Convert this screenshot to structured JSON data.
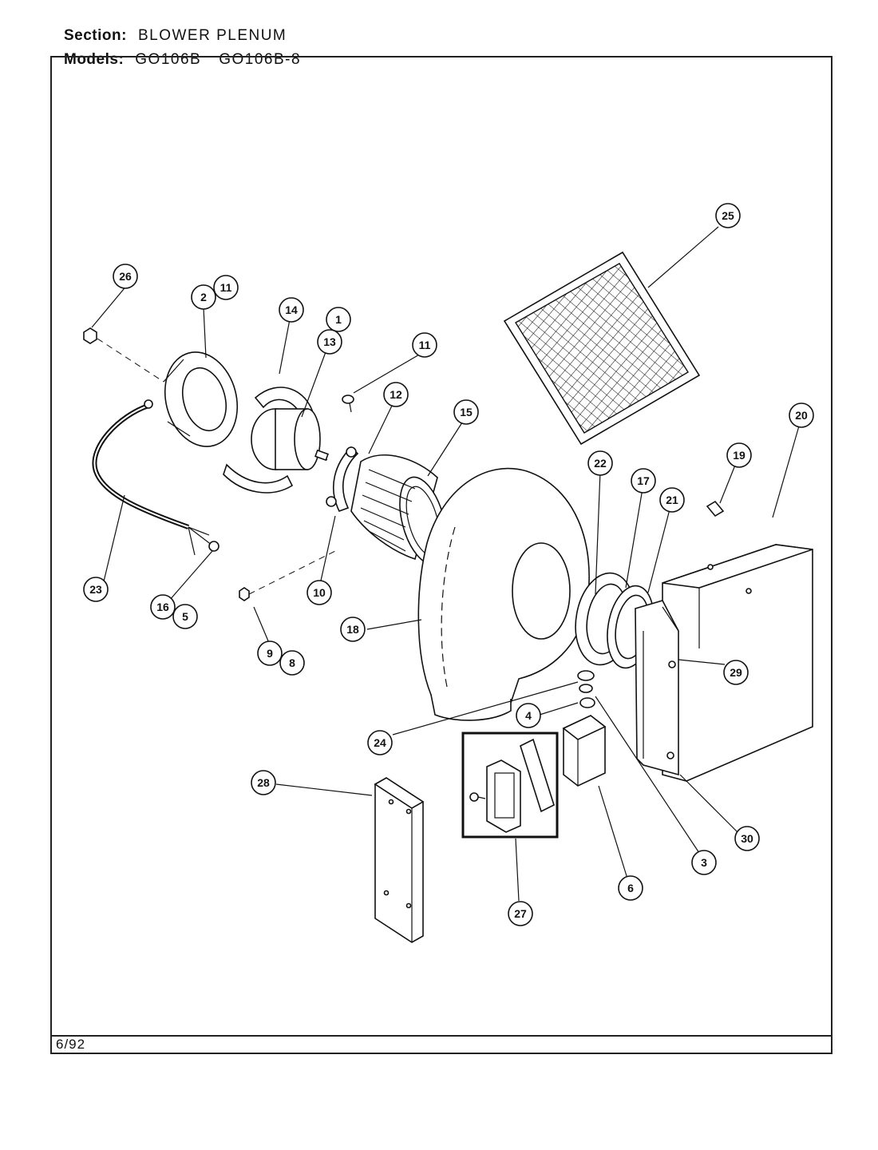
{
  "header": {
    "section_label": "Section:",
    "section_value": "BLOWER PLENUM",
    "models_label": "Models:",
    "model_1": "GO106B",
    "model_2": "GO106B-8"
  },
  "footer": {
    "date": "6/92"
  },
  "callouts": [
    "26",
    "2",
    "11",
    "14",
    "1",
    "13",
    "11",
    "12",
    "15",
    "25",
    "20",
    "19",
    "22",
    "17",
    "21",
    "23",
    "16",
    "5",
    "9",
    "8",
    "10",
    "18",
    "29",
    "24",
    "4",
    "28",
    "30",
    "3",
    "6",
    "27"
  ]
}
